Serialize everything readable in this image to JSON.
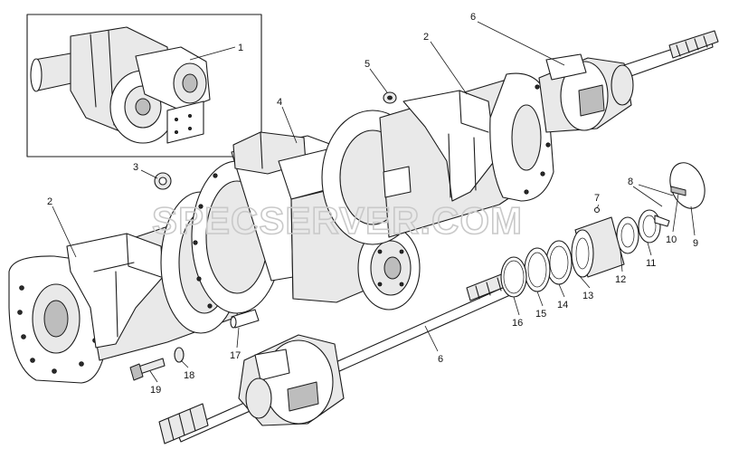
{
  "watermark": "SPECSERVER.COM",
  "callouts": [
    {
      "id": "c1",
      "label": "1"
    },
    {
      "id": "c2a",
      "label": "2"
    },
    {
      "id": "c2b",
      "label": "2"
    },
    {
      "id": "c3",
      "label": "3"
    },
    {
      "id": "c4",
      "label": "4"
    },
    {
      "id": "c5",
      "label": "5"
    },
    {
      "id": "c6a",
      "label": "6"
    },
    {
      "id": "c6b",
      "label": "6"
    },
    {
      "id": "c7",
      "label": "7"
    },
    {
      "id": "c8",
      "label": "8"
    },
    {
      "id": "c9",
      "label": "9"
    },
    {
      "id": "c10",
      "label": "10"
    },
    {
      "id": "c11",
      "label": "11"
    },
    {
      "id": "c12",
      "label": "12"
    },
    {
      "id": "c13",
      "label": "13"
    },
    {
      "id": "c14",
      "label": "14"
    },
    {
      "id": "c15",
      "label": "15"
    },
    {
      "id": "c16",
      "label": "16"
    },
    {
      "id": "c17",
      "label": "17"
    },
    {
      "id": "c18",
      "label": "18"
    },
    {
      "id": "c19",
      "label": "19"
    }
  ]
}
